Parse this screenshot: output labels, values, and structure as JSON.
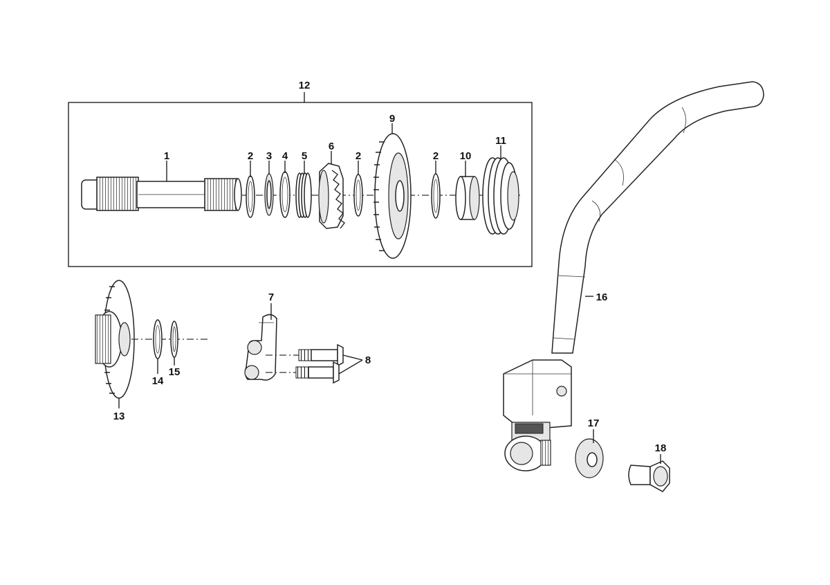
{
  "callouts": {
    "c1": "1",
    "c2a": "2",
    "c3": "3",
    "c4": "4",
    "c5": "5",
    "c6": "6",
    "c2b": "2",
    "c9": "9",
    "c2c": "2",
    "c10": "10",
    "c11": "11",
    "c12": "12",
    "c7": "7",
    "c8": "8",
    "c13": "13",
    "c14": "14",
    "c15": "15",
    "c16": "16",
    "c17": "17",
    "c18": "18"
  }
}
